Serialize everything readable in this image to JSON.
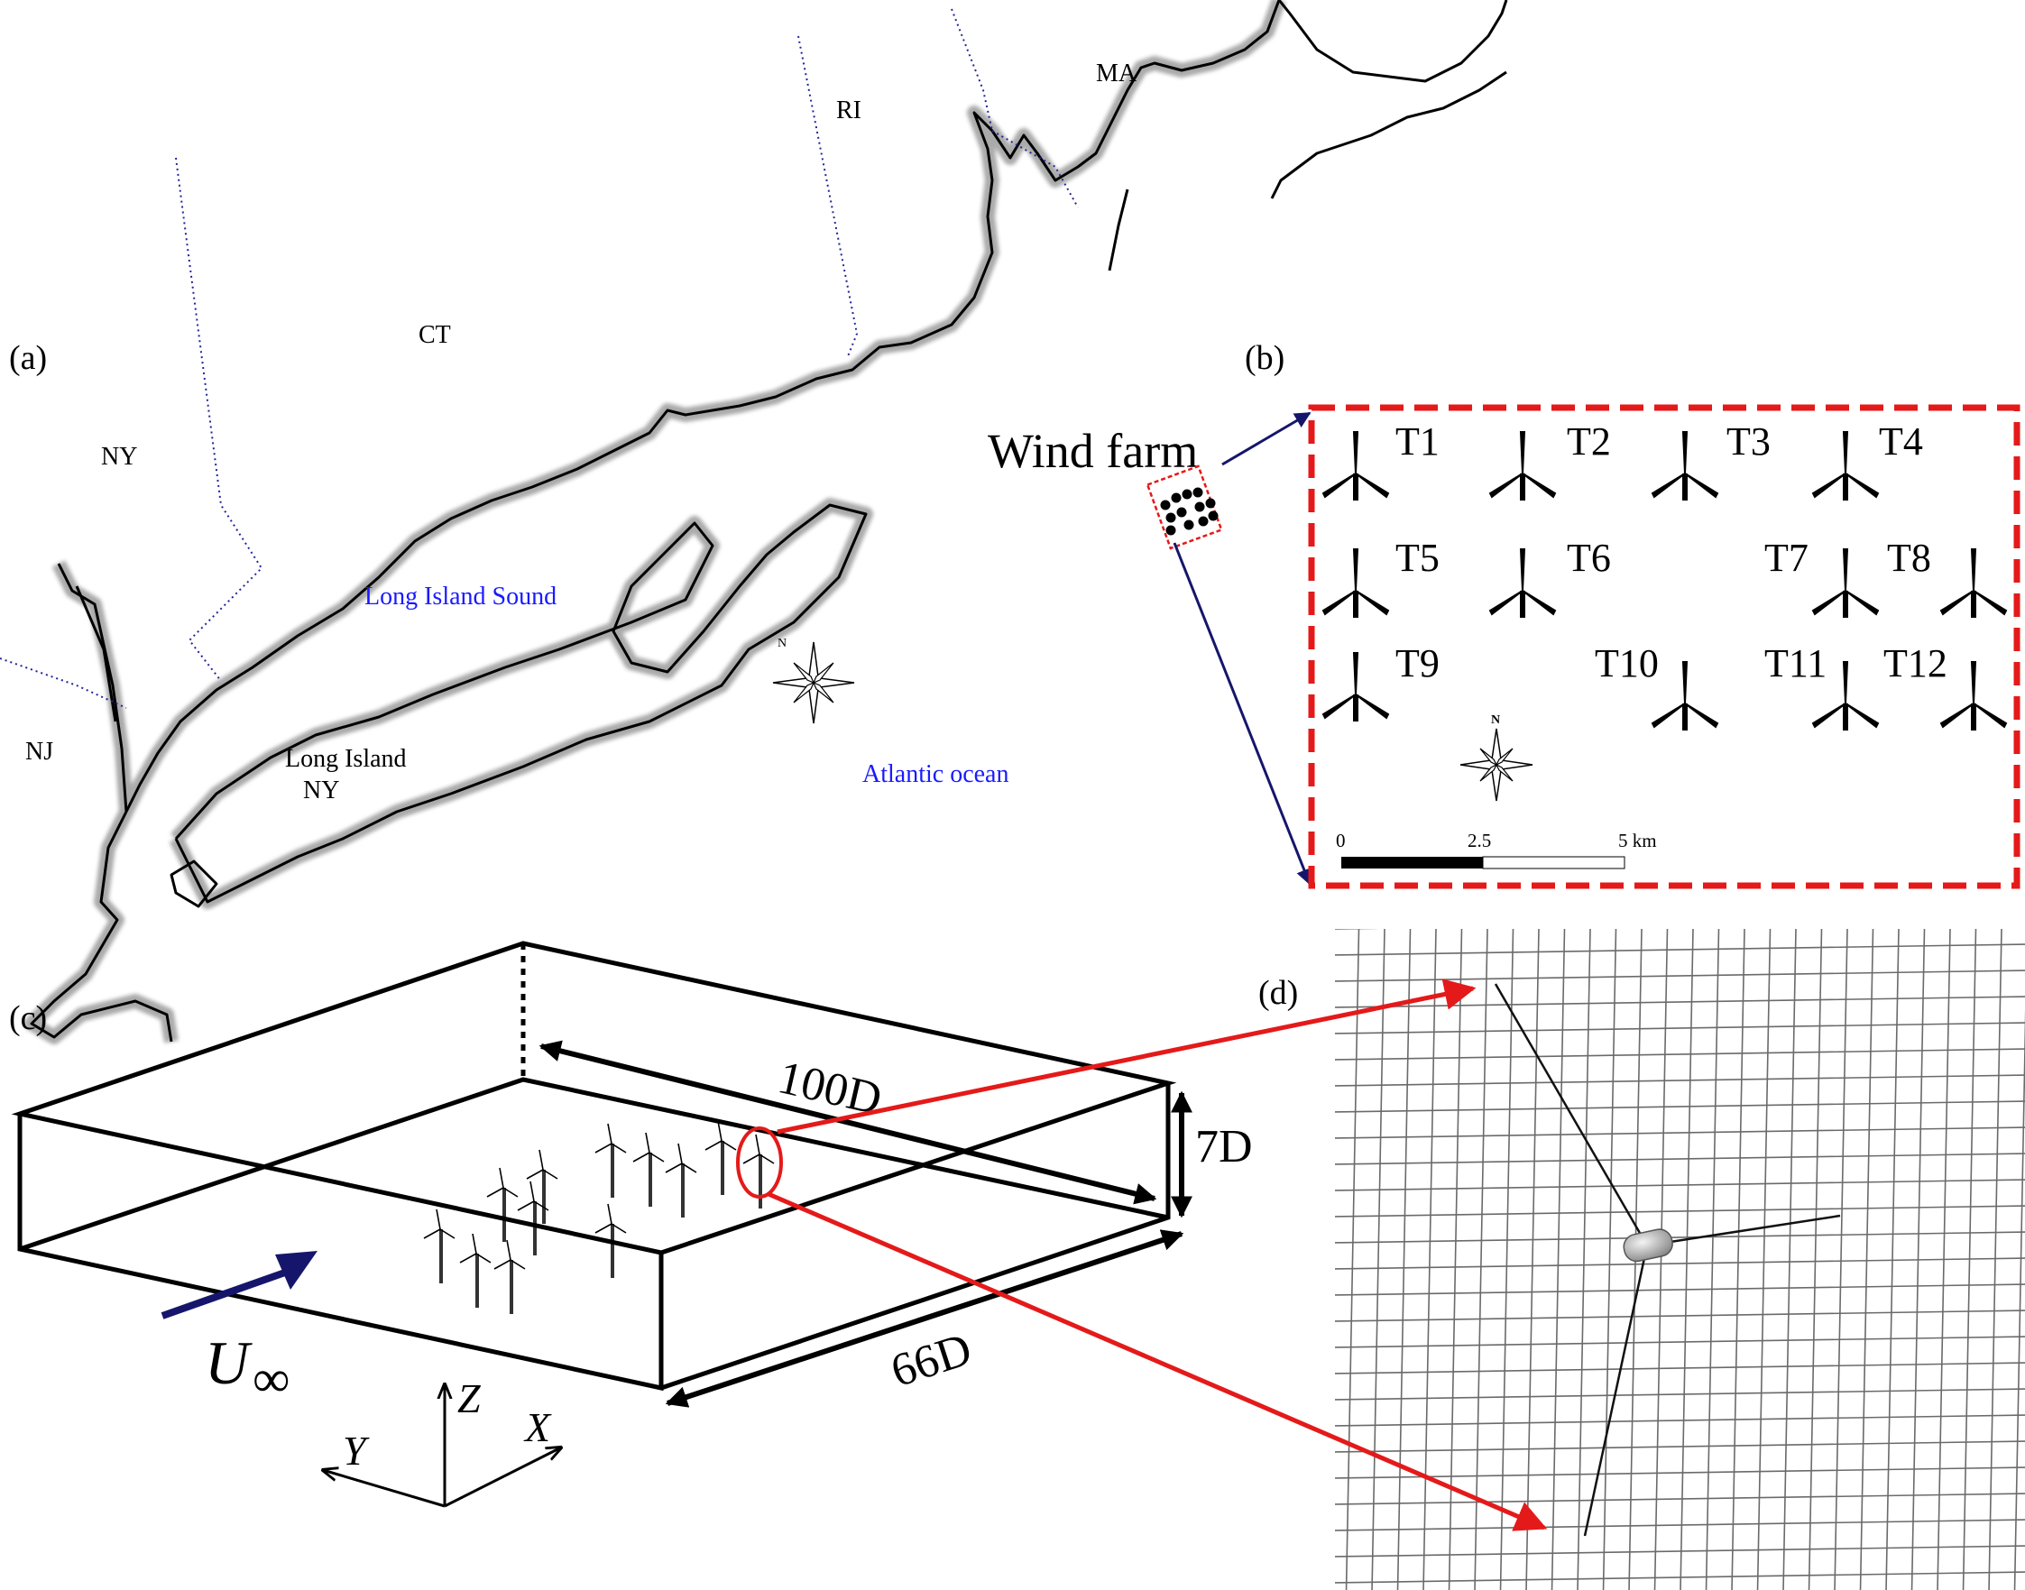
{
  "panels": {
    "a": "(a)",
    "b": "(b)",
    "c": "(c)",
    "d": "(d)"
  },
  "map": {
    "states": {
      "ny_upper": "NY",
      "ct": "CT",
      "ri": "RI",
      "ma": "MA",
      "nj": "NJ",
      "ny_island": "NY"
    },
    "long_island_sound": "Long Island Sound",
    "long_island": "Long Island",
    "atlantic": "Atlantic ocean",
    "compass_label": "N"
  },
  "wind_farm": {
    "label": "Wind farm",
    "turbines": [
      "T1",
      "T2",
      "T3",
      "T4",
      "T5",
      "T6",
      "T7",
      "T8",
      "T9",
      "T10",
      "T11",
      "T12"
    ],
    "compass_label": "N",
    "scale_bar": {
      "ticks": [
        "0",
        "2.5",
        "5 km"
      ],
      "tick_values_km": [
        0,
        2.5,
        5
      ]
    }
  },
  "domain_box": {
    "length_label": "100D",
    "height_label": "7D",
    "width_label": "66D",
    "inflow_label": "U",
    "inflow_symbol": "∞",
    "axes": {
      "x": "X",
      "y": "Y",
      "z": "Z"
    }
  },
  "colors": {
    "highlight_red": "#e41a1a",
    "navy_arrow": "#15166b",
    "water_label_blue": "#1a1aff",
    "ink": "#000000",
    "mesh_gray": "#666666"
  }
}
